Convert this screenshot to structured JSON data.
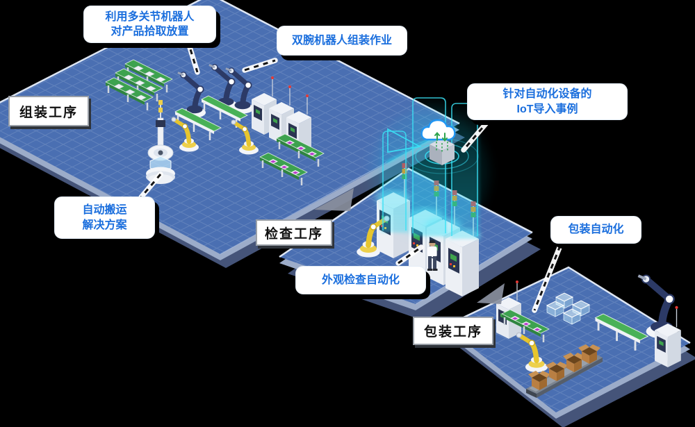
{
  "diagram": {
    "title": "factory-automation-process-diagram",
    "colors": {
      "background": "#000000",
      "platform": "#4a6fb2",
      "platform_side": "#9cacc9",
      "platform_shadow": "#4c5d86",
      "grid_line": "rgba(255,255,255,0.13)",
      "edge_highlight": "#e8effb",
      "accent_cyan": "#35dff2",
      "callout_text": "#1a6edd",
      "label_text": "#111111",
      "conveyor_green": "#49b157",
      "robot_navy": "#2c3a66",
      "robot_yellow": "#e6c52e",
      "box_brown": "#b97f43",
      "arrow_gray": "#8a90a0",
      "cloud_outline": "#2196f3",
      "data_green": "#2da44e"
    }
  },
  "process_labels": [
    {
      "name": "assembly",
      "text": "组装工序"
    },
    {
      "name": "inspection",
      "text": "检查工序"
    },
    {
      "name": "packaging",
      "text": "包装工序"
    }
  ],
  "callouts": [
    {
      "name": "pick-and-place",
      "lines": [
        "利用多关节机器人",
        "对产品拾取放置"
      ]
    },
    {
      "name": "dual-arm-assembly",
      "lines": [
        "双腕机器人组装作业"
      ]
    },
    {
      "name": "iot-case",
      "lines": [
        "针对自动化设备的",
        "IoT导入事例"
      ]
    },
    {
      "name": "agv-solution",
      "lines": [
        "自动搬运",
        "解决方案"
      ]
    },
    {
      "name": "visual-inspection",
      "lines": [
        "外观检查自动化"
      ]
    },
    {
      "name": "packaging-automation",
      "lines": [
        "包装自动化"
      ]
    }
  ],
  "icons": {
    "cloud": "cloud-sync-icon",
    "wifi": "wifi-ripples-icon",
    "flow_arrow": "process-flow-arrow-icon",
    "beam": "data-beam-icon"
  }
}
